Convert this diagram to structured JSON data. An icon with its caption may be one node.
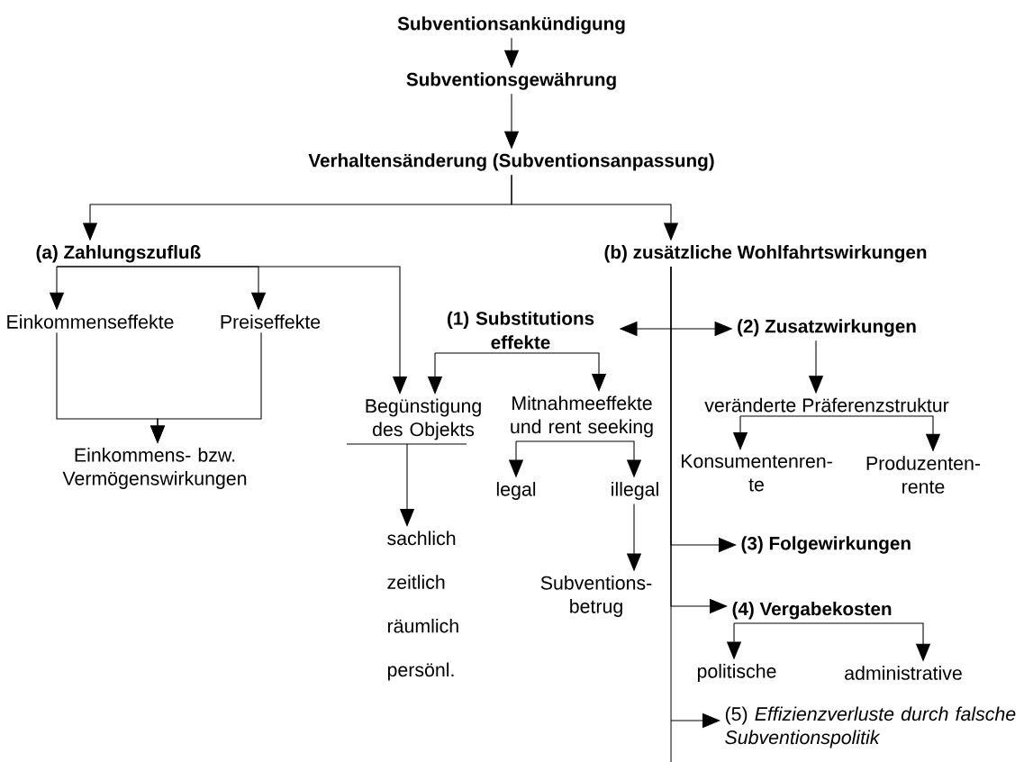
{
  "diagram": {
    "nodes": [
      {
        "text": [
          "Subventionsankündigung"
        ]
      },
      {
        "text": [
          "Subventionsgewährung"
        ]
      },
      {
        "text": [
          "Verhaltensänderung (Subventionsanpassung)"
        ]
      },
      {
        "text": [
          "(a) Zahlungszufluß"
        ]
      },
      {
        "text": [
          "(b) zusätzliche Wohlfahrtswirkungen"
        ]
      },
      {
        "text": [
          "Einkommenseffekte"
        ]
      },
      {
        "text": [
          "Preiseffekte"
        ]
      },
      {
        "text": [
          "(1) Substitutions effekte"
        ]
      },
      {
        "text": [
          "Begünstigung des Objekts"
        ]
      },
      {
        "text": [
          "Mitnahmeeffekte und rent seeking"
        ]
      },
      {
        "text": [
          "Einkommens- bzw. Vermögenswirkungen"
        ]
      },
      {
        "text": [
          "legal"
        ]
      },
      {
        "text": [
          "illegal"
        ]
      },
      {
        "text": [
          "sachlich",
          "zeitlich",
          "räumlich",
          "persönl."
        ]
      },
      {
        "text": [
          "Subventions- betrug"
        ]
      },
      {
        "text": [
          "(2) Zusatzwirkungen"
        ]
      },
      {
        "text": [
          "veränderte Präferenzstruktur"
        ]
      },
      {
        "text": [
          "Konsumentenren- te"
        ]
      },
      {
        "text": [
          "Produzenten- rente"
        ]
      },
      {
        "text": [
          "(3) Folgewirkungen"
        ]
      },
      {
        "text": [
          "(4) Vergabekosten"
        ]
      },
      {
        "text": [
          "politische"
        ]
      },
      {
        "text": [
          "administrative"
        ]
      },
      {
        "text": [
          "(5) *Effizienzverluste durch falsche Subventionspolitik*"
        ]
      }
    ],
    "edges": [
      {
        "from": 0,
        "to": 1,
        "arrow": "to"
      },
      {
        "from": 1,
        "to": 2,
        "arrow": "to"
      },
      {
        "from": 2,
        "to": 3,
        "arrow": "to"
      },
      {
        "from": 2,
        "to": 4,
        "arrow": "to"
      },
      {
        "from": 3,
        "to": 5,
        "arrow": "to"
      },
      {
        "from": 3,
        "to": 6,
        "arrow": "to"
      },
      {
        "from": 3,
        "to": 8,
        "arrow": "to"
      },
      {
        "from": 5,
        "to": 10,
        "arrow": "to"
      },
      {
        "from": 6,
        "to": 10,
        "arrow": "to"
      },
      {
        "from": 7,
        "to": 8,
        "arrow": "to"
      },
      {
        "from": 7,
        "to": 9,
        "arrow": "to"
      },
      {
        "from": 9,
        "to": 11,
        "arrow": "to"
      },
      {
        "from": 9,
        "to": 12,
        "arrow": "to"
      },
      {
        "from": 8,
        "to": 13,
        "arrow": "to"
      },
      {
        "from": 12,
        "to": 14,
        "arrow": "to"
      },
      {
        "from": 7,
        "to": 15,
        "arrow": "both"
      },
      {
        "from": 15,
        "to": 16,
        "arrow": "to"
      },
      {
        "from": 16,
        "to": 17,
        "arrow": "to"
      },
      {
        "from": 16,
        "to": 18,
        "arrow": "to"
      },
      {
        "from": 4,
        "to": 19,
        "arrow": "to"
      },
      {
        "from": 4,
        "to": 20,
        "arrow": "to"
      },
      {
        "from": 4,
        "to": 23,
        "arrow": "to"
      },
      {
        "from": 20,
        "to": 21,
        "arrow": "to"
      },
      {
        "from": 20,
        "to": 22,
        "arrow": "to"
      }
    ]
  }
}
